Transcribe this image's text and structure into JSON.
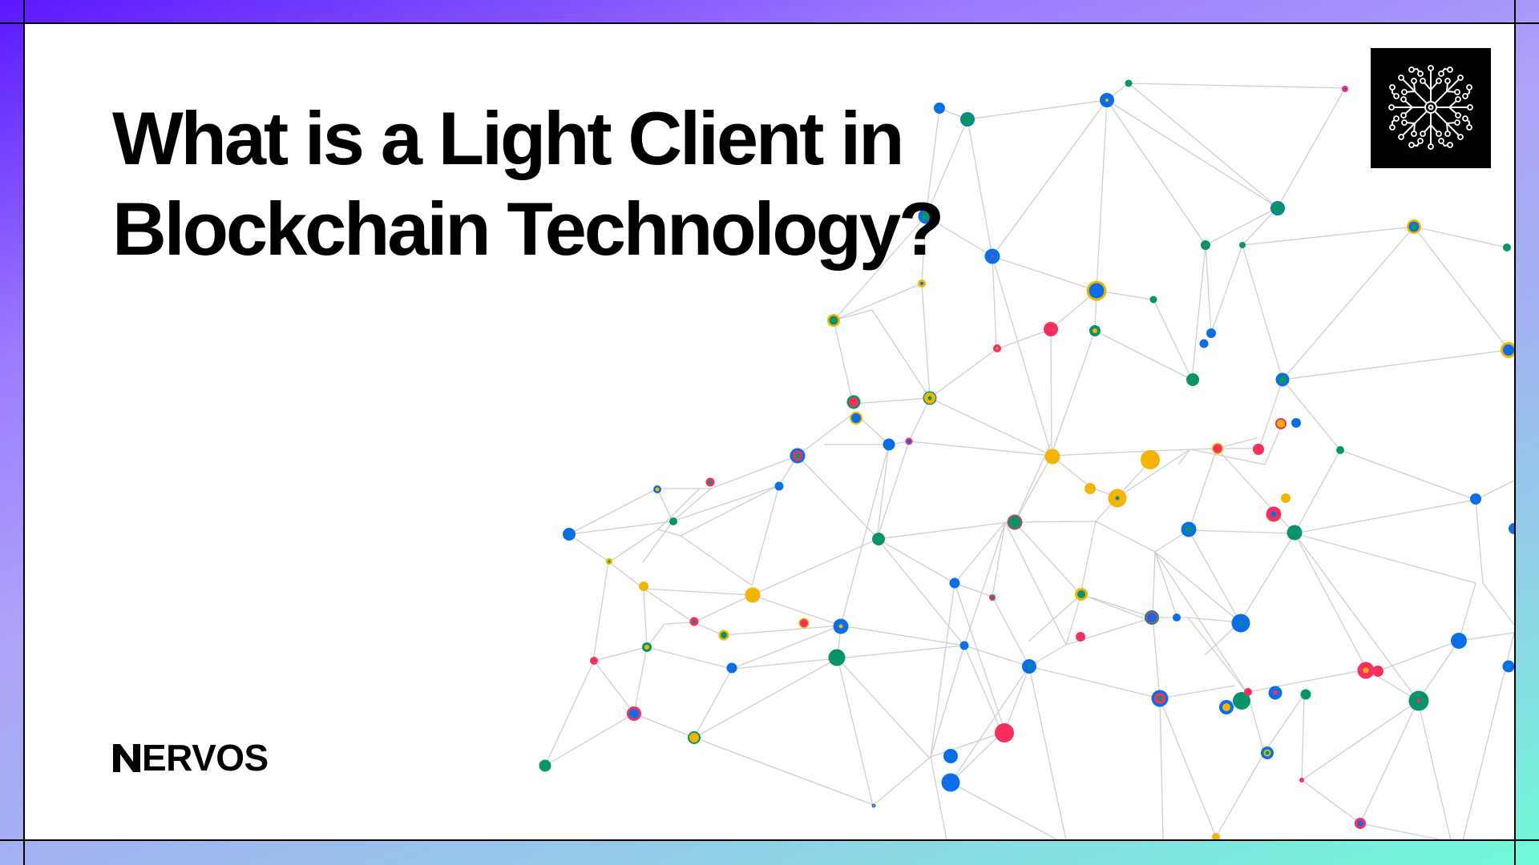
{
  "title": {
    "line1": "What is a Light Client in",
    "line2": "Blockchain Technology?"
  },
  "brand": {
    "wordmark_rest": "ERVOS",
    "wordmark_full": "NERVOS",
    "icon": "circuit-tree-icon"
  },
  "colors": {
    "blue": "#0A6FE6",
    "yellow": "#F5B400",
    "green": "#08946A",
    "pink": "#F5305F",
    "edge": "#CFCFCF",
    "frame_start": "#5B17FF",
    "frame_end": "#6FFAD8"
  }
}
